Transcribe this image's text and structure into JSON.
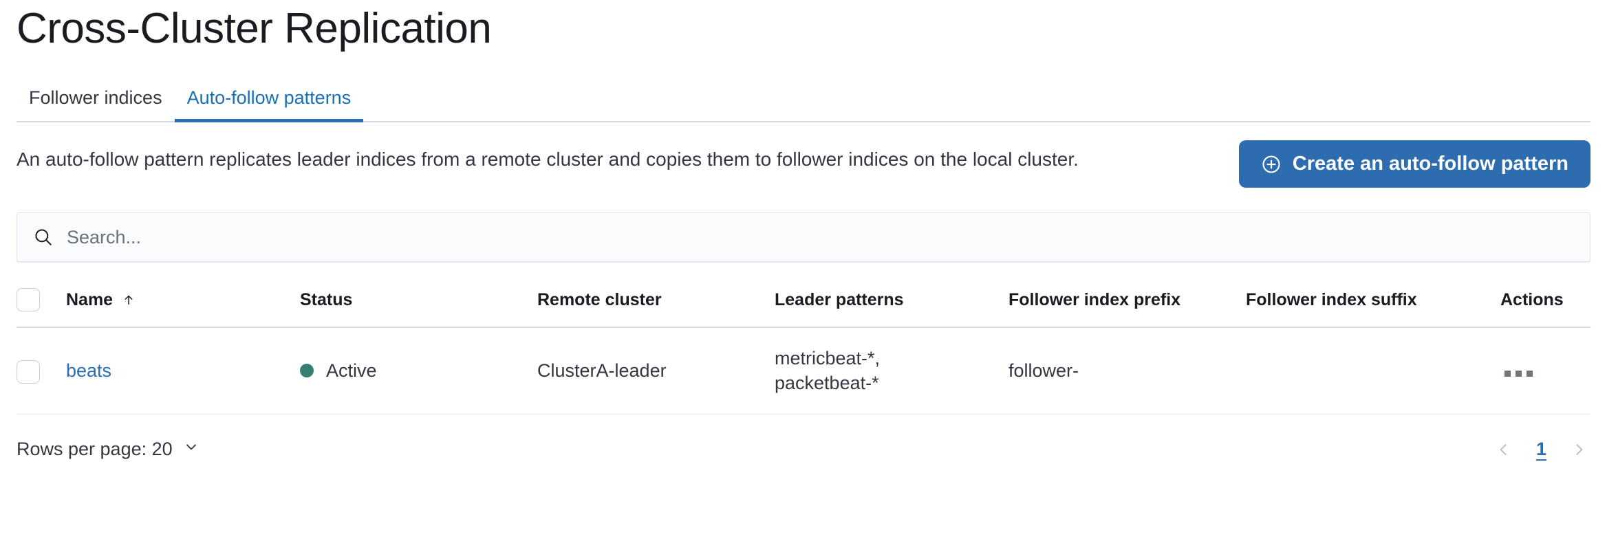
{
  "header": {
    "title": "Cross-Cluster Replication"
  },
  "tabs": [
    {
      "label": "Follower indices",
      "active": false
    },
    {
      "label": "Auto-follow patterns",
      "active": true
    }
  ],
  "description": {
    "text": "An auto-follow pattern replicates leader indices from a remote cluster and copies them to follower indices on the local cluster."
  },
  "actions": {
    "create_label": "Create an auto-follow pattern",
    "create_icon": "plus-in-circle-icon",
    "accent_color": "#2e6cb0"
  },
  "search": {
    "placeholder": "Search...",
    "value": "",
    "icon": "search-icon"
  },
  "table": {
    "columns": [
      {
        "key": "name",
        "label": "Name",
        "sort": "asc"
      },
      {
        "key": "status",
        "label": "Status"
      },
      {
        "key": "remote_cluster",
        "label": "Remote cluster"
      },
      {
        "key": "leader_patterns",
        "label": "Leader patterns"
      },
      {
        "key": "follower_index_prefix",
        "label": "Follower index prefix"
      },
      {
        "key": "follower_index_suffix",
        "label": "Follower index suffix"
      },
      {
        "key": "actions",
        "label": "Actions"
      }
    ],
    "rows": [
      {
        "name": "beats",
        "status": "Active",
        "status_color": "#387f73",
        "remote_cluster": "ClusterA-leader",
        "leader_patterns": "metricbeat-*,\npacketbeat-*",
        "follower_index_prefix": "follower-",
        "follower_index_suffix": "",
        "actions_icon": "three-dots-icon"
      }
    ]
  },
  "footer": {
    "rows_per_page_label": "Rows per page: 20",
    "rows_per_page_value": "20",
    "previous_icon": "chevron-left-icon",
    "next_icon": "chevron-right-icon",
    "pages": [
      {
        "label": "1",
        "active": true
      }
    ]
  }
}
